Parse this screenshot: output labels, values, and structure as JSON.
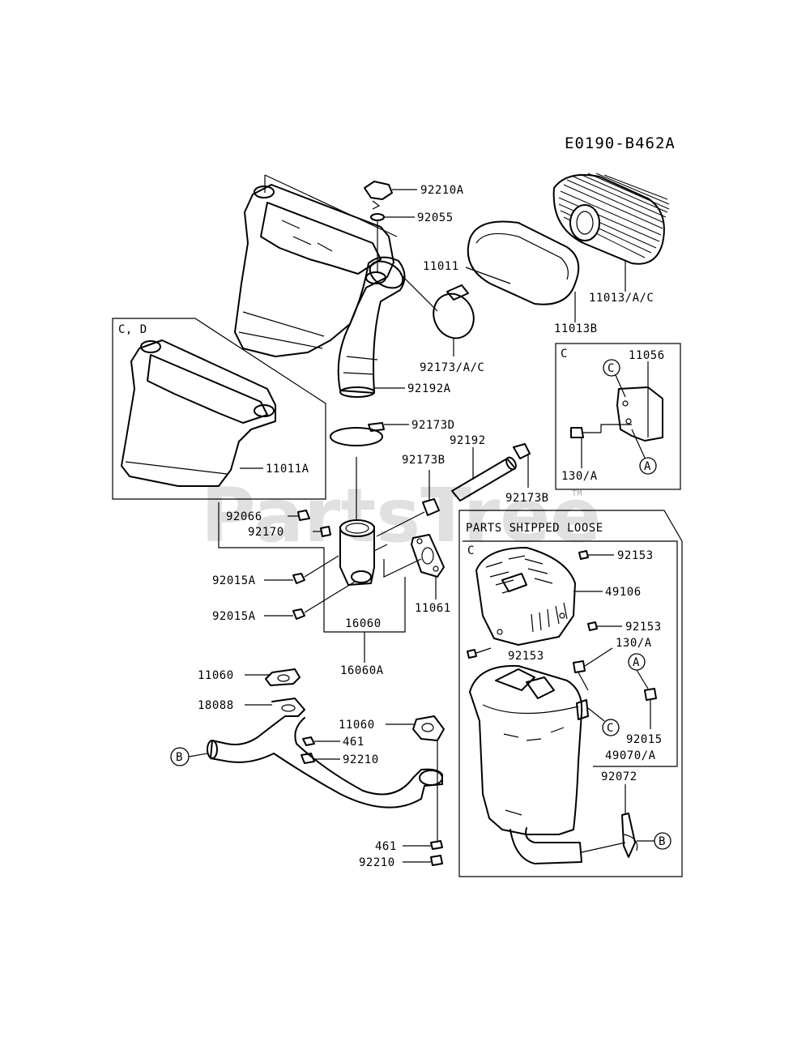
{
  "diagram_code": "E0190-B462A",
  "watermark": "PartsTree",
  "trademark": "TM",
  "section_header": "PARTS SHIPPED LOOSE",
  "box_notes": {
    "cd": "C, D",
    "c_small": "C",
    "c_loose": "C"
  },
  "callouts": [
    "A",
    "B",
    "C"
  ],
  "parts": {
    "p92210A": "92210A",
    "p92055": "92055",
    "p11011": "11011",
    "p11013AC": "11013/A/C",
    "p11013B": "11013B",
    "p92173AC": "92173/A/C",
    "p92192A": "92192A",
    "p11011A": "11011A",
    "p11056": "11056",
    "p130A_1": "130/A",
    "p92173D": "92173D",
    "p92192": "92192",
    "p92173B_1": "92173B",
    "p92173B_2": "92173B",
    "p92066": "92066",
    "p92170": "92170",
    "p92015A_1": "92015A",
    "p92015A_2": "92015A",
    "p11061": "11061",
    "p16060": "16060",
    "p16060A": "16060A",
    "p92153_1": "92153",
    "p49106": "49106",
    "p92153_2": "92153",
    "p92153_3": "92153",
    "p130A_2": "130/A",
    "p92015": "92015",
    "p49070A": "49070/A",
    "p11060_1": "11060",
    "p18088": "18088",
    "p11060_2": "11060",
    "p461_1": "461",
    "p92210_1": "92210",
    "p461_2": "461",
    "p92210_2": "92210",
    "p92072": "92072"
  }
}
